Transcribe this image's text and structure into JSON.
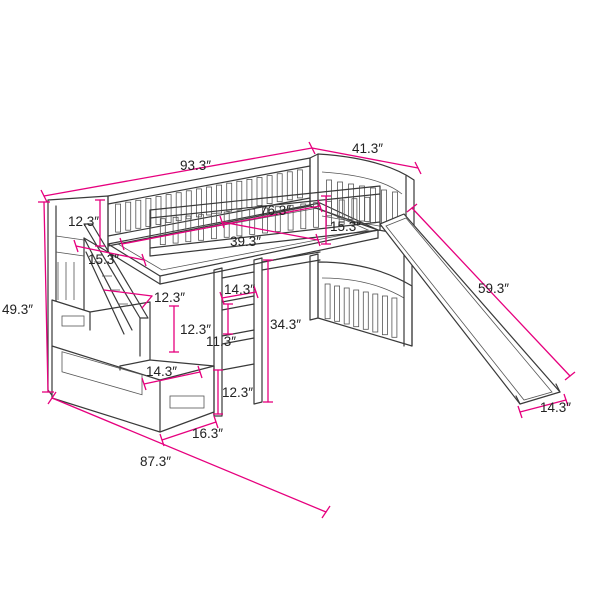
{
  "colors": {
    "dimension": "#e6007e",
    "outline": "#3a3a3a",
    "label_text": "#222222",
    "background": "#ffffff"
  },
  "dimensions": {
    "overall_length": "93.3″",
    "overall_width": "41.3″",
    "overall_height": "49.3″",
    "diagonal_length": "87.3″",
    "guardrail_height": "12.3″",
    "mattress_length": "76.3″",
    "mattress_width": "39.3″",
    "rail_height_right": "15.3″",
    "stair_rail_height": "15.3″",
    "slide_length": "59.3″",
    "slide_width": "14.3″",
    "stair_step_depth_top": "12.3″",
    "stair_step_height": "12.3″",
    "stair_step_width": "14.3″",
    "stair_bottom_width": "16.3″",
    "stair_bottom_height": "12.3″",
    "ladder_width": "14.3″",
    "ladder_step_spacing": "11.3″",
    "under_bed_clearance": "34.3″"
  }
}
